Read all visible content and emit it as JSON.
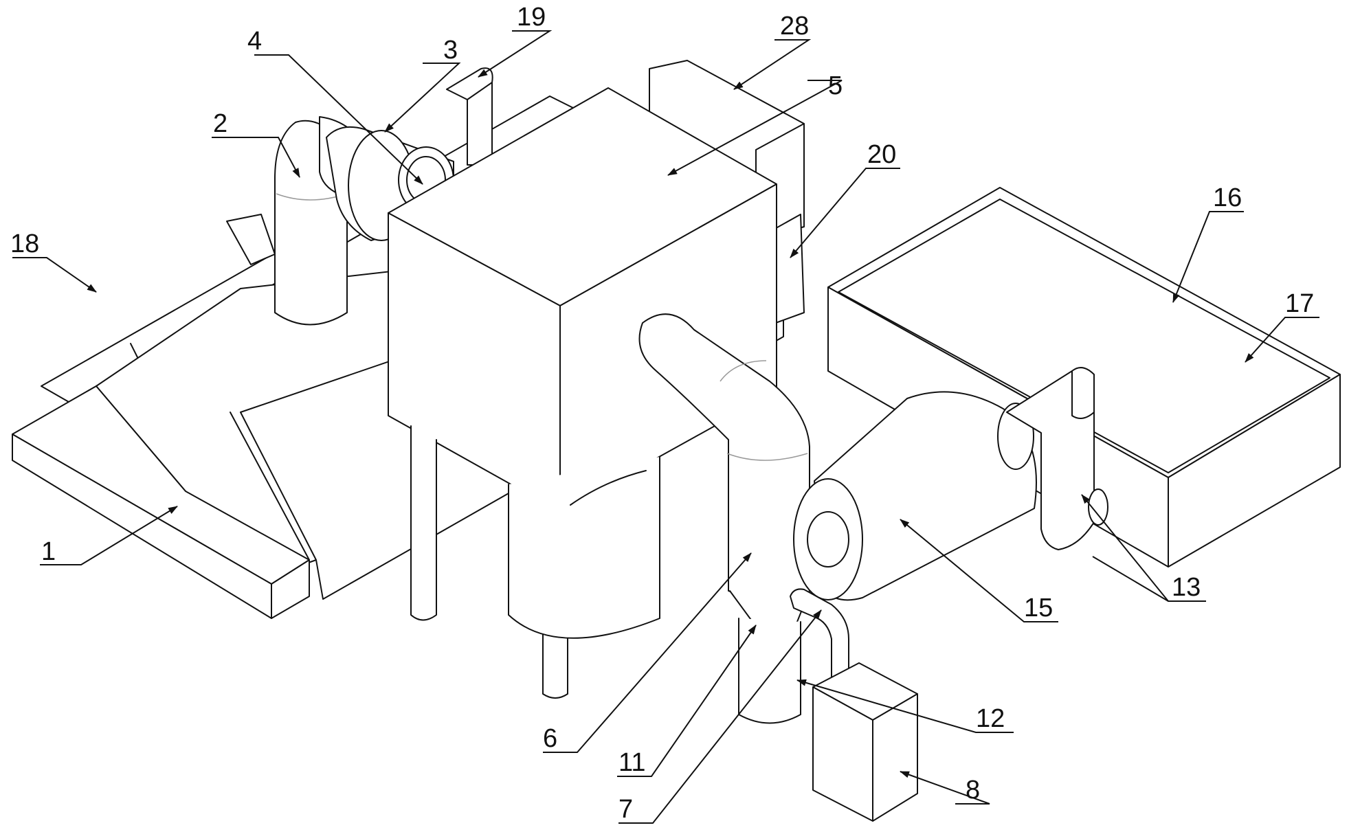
{
  "labels": {
    "l1": "1",
    "l2": "2",
    "l3": "3",
    "l4": "4",
    "l5": "5",
    "l6": "6",
    "l7": "7",
    "l8": "8",
    "l11": "11",
    "l12": "12",
    "l13": "13",
    "l15": "15",
    "l16": "16",
    "l17": "17",
    "l18": "18",
    "l19": "19",
    "l20": "20",
    "l28": "28"
  },
  "colors": {
    "stroke": "#111111",
    "background": "#ffffff"
  }
}
